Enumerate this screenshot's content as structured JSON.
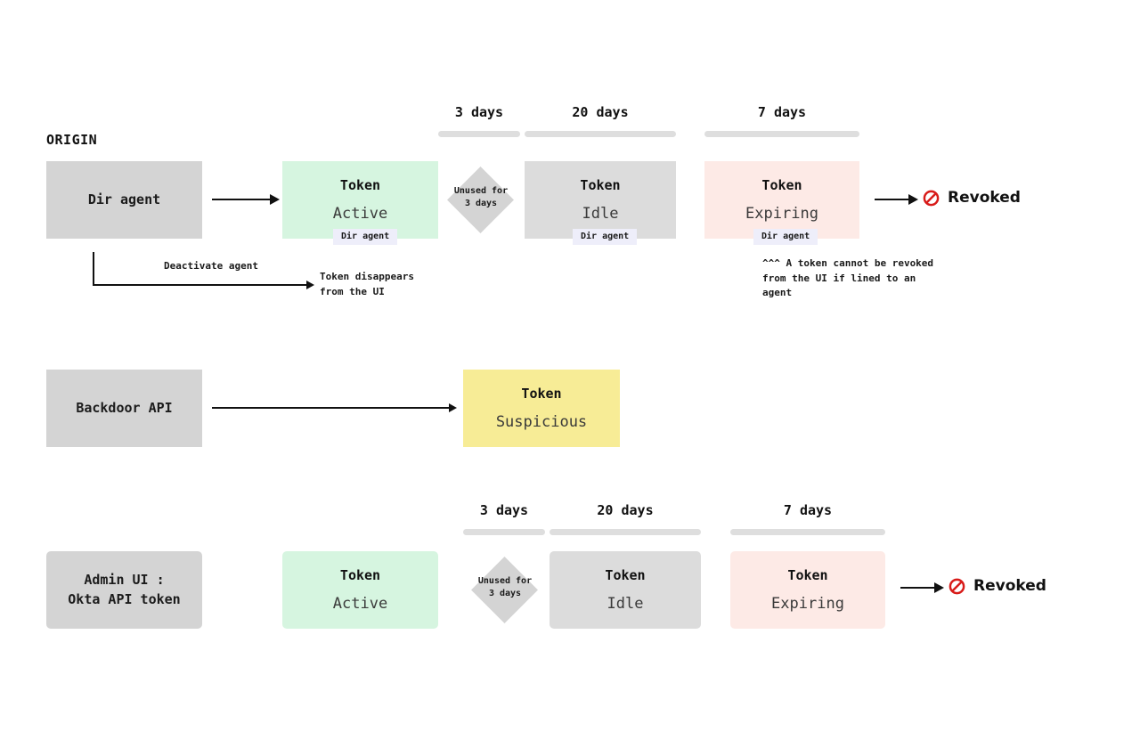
{
  "diagram": {
    "title_label": "ORIGIN",
    "timeline_top": {
      "durations": [
        {
          "label": "3 days"
        },
        {
          "label": "20 days"
        },
        {
          "label": "7 days"
        }
      ]
    },
    "timeline_bottom": {
      "durations": [
        {
          "label": "3 days"
        },
        {
          "label": "20 days"
        },
        {
          "label": "7 days"
        }
      ]
    },
    "rows": [
      {
        "source": "Dir agent",
        "states": [
          {
            "title": "Token",
            "status": "Active",
            "tag": "Dir agent",
            "color": "#d6f5e0"
          },
          {
            "title": "Token",
            "status": "Idle",
            "tag": "Dir agent",
            "color": "#dcdcdc"
          },
          {
            "title": "Token",
            "status": "Expiring",
            "tag": "Dir agent",
            "color": "#fdeae6"
          }
        ],
        "decision": "Unused for\n3 days",
        "terminal": {
          "label": "Revoked",
          "icon": "prohibited-icon",
          "icon_color": "#d81b19"
        },
        "branch": {
          "edge_label": "Deactivate agent",
          "target_label": "Token disappears\nfrom the UI"
        },
        "note": "^^^ A token cannot be revoked\nfrom the UI if lined to an\nagent"
      },
      {
        "source": "Backdoor API",
        "states": [
          {
            "title": "Token",
            "status": "Suspicious",
            "tag": null,
            "color": "#f7ec96"
          }
        ]
      },
      {
        "source": "Admin UI :\nOkta API token",
        "states": [
          {
            "title": "Token",
            "status": "Active",
            "tag": null,
            "color": "#d6f5e0"
          },
          {
            "title": "Token",
            "status": "Idle",
            "tag": null,
            "color": "#dcdcdc"
          },
          {
            "title": "Token",
            "status": "Expiring",
            "tag": null,
            "color": "#fdeae6"
          }
        ],
        "decision": "Unused for\n3 days",
        "terminal": {
          "label": "Revoked",
          "icon": "prohibited-icon",
          "icon_color": "#d81b19"
        }
      }
    ]
  }
}
